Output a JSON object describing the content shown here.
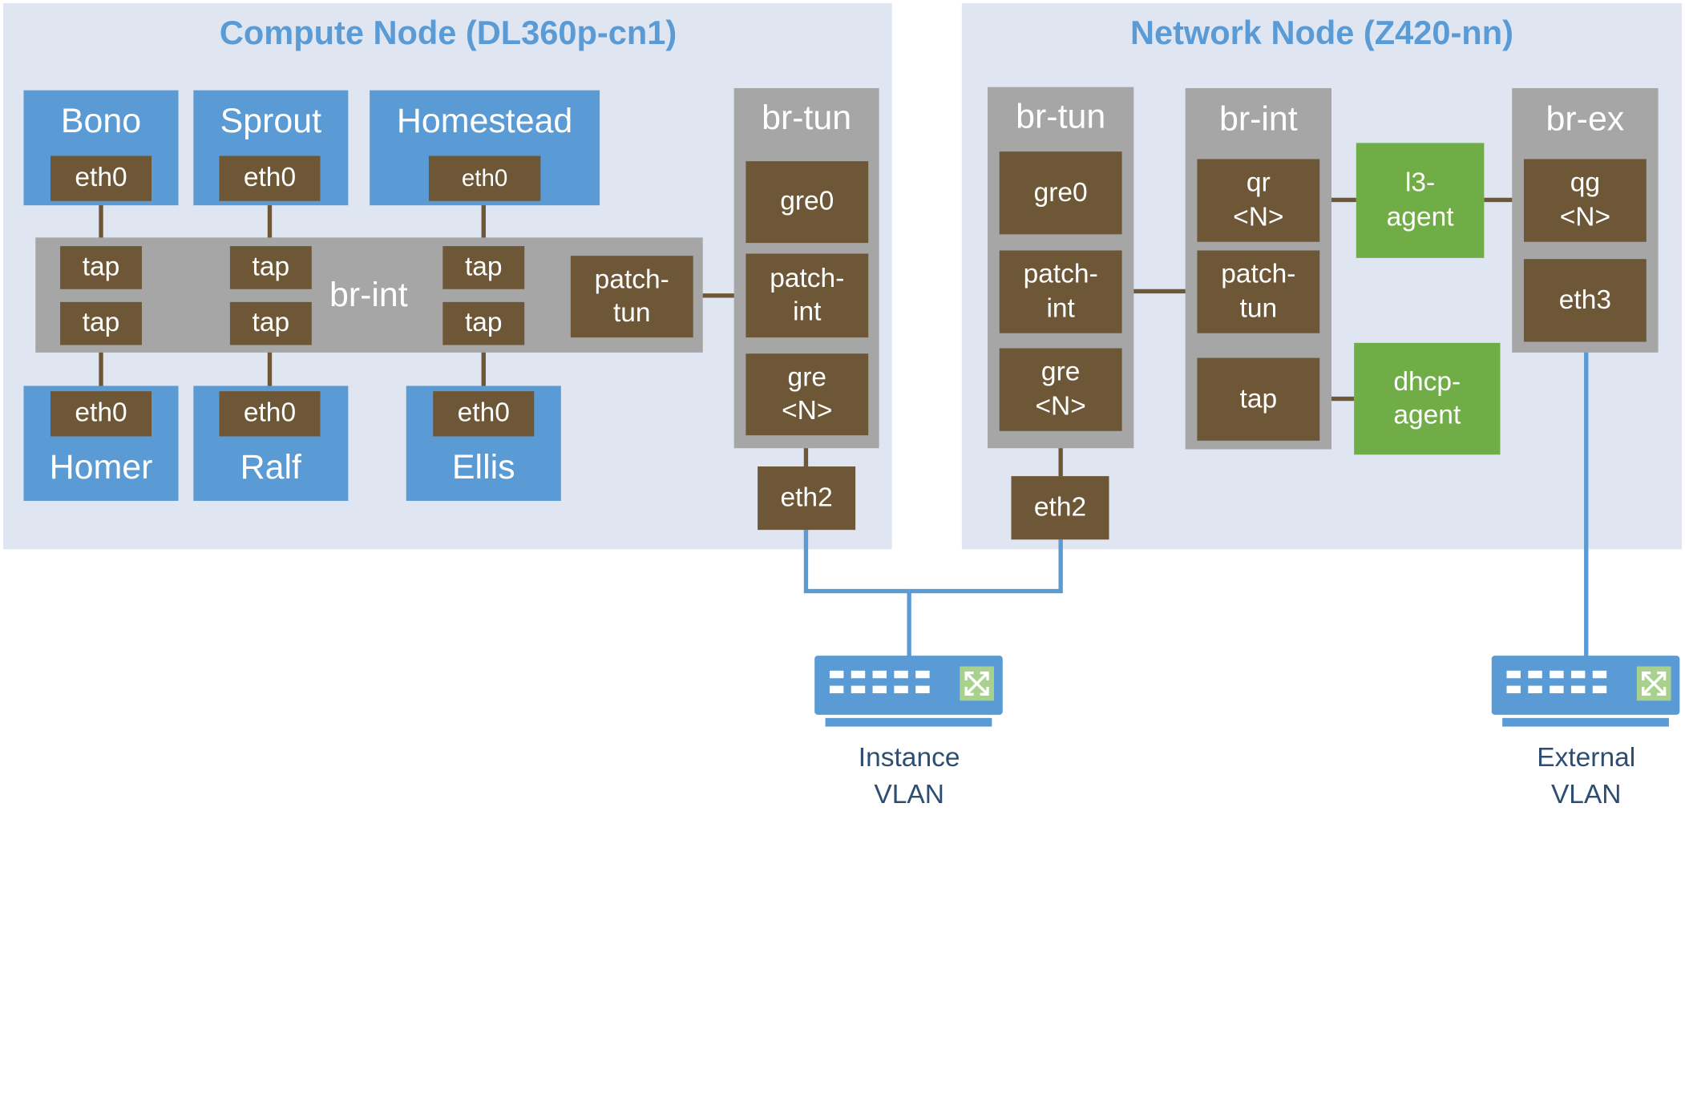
{
  "compute_node": {
    "title": "Compute Node (DL360p-cn1)",
    "vms": [
      {
        "name": "Bono",
        "port": "eth0"
      },
      {
        "name": "Sprout",
        "port": "eth0"
      },
      {
        "name": "Homestead",
        "port": "eth0"
      },
      {
        "name": "Homer",
        "port": "eth0"
      },
      {
        "name": "Ralf",
        "port": "eth0"
      },
      {
        "name": "Ellis",
        "port": "eth0"
      }
    ],
    "br_int": {
      "label": "br-int",
      "taps": [
        "tap",
        "tap",
        "tap",
        "tap",
        "tap",
        "tap"
      ],
      "patch": "patch-\ntun"
    },
    "br_tun": {
      "label": "br-tun",
      "ports": [
        "gre0",
        "patch-\nint",
        "gre\n<N>"
      ]
    },
    "nic": "eth2"
  },
  "network_node": {
    "title": "Network Node (Z420-nn)",
    "br_tun": {
      "label": "br-tun",
      "ports": [
        "gre0",
        "patch-\nint",
        "gre\n<N>"
      ]
    },
    "br_int": {
      "label": "br-int",
      "ports": [
        "qr\n<N>",
        "patch-\ntun",
        "tap"
      ]
    },
    "br_ex": {
      "label": "br-ex",
      "ports": [
        "qg\n<N>",
        "eth3"
      ]
    },
    "agents": [
      "l3-\nagent",
      "dhcp-\nagent"
    ],
    "nic": "eth2"
  },
  "switches": [
    {
      "label": "Instance\nVLAN"
    },
    {
      "label": "External\nVLAN"
    }
  ],
  "colors": {
    "node_background": "#dfe6f2",
    "title_blue": "#5b9bd5",
    "vm_blue": "#5b9bd5",
    "bridge_gray": "#a6a6a6",
    "port_brown": "#6d5737",
    "agent_green": "#70ad47",
    "cable_blue": "#5b9bd5",
    "vlan_text": "#2e4d72"
  }
}
